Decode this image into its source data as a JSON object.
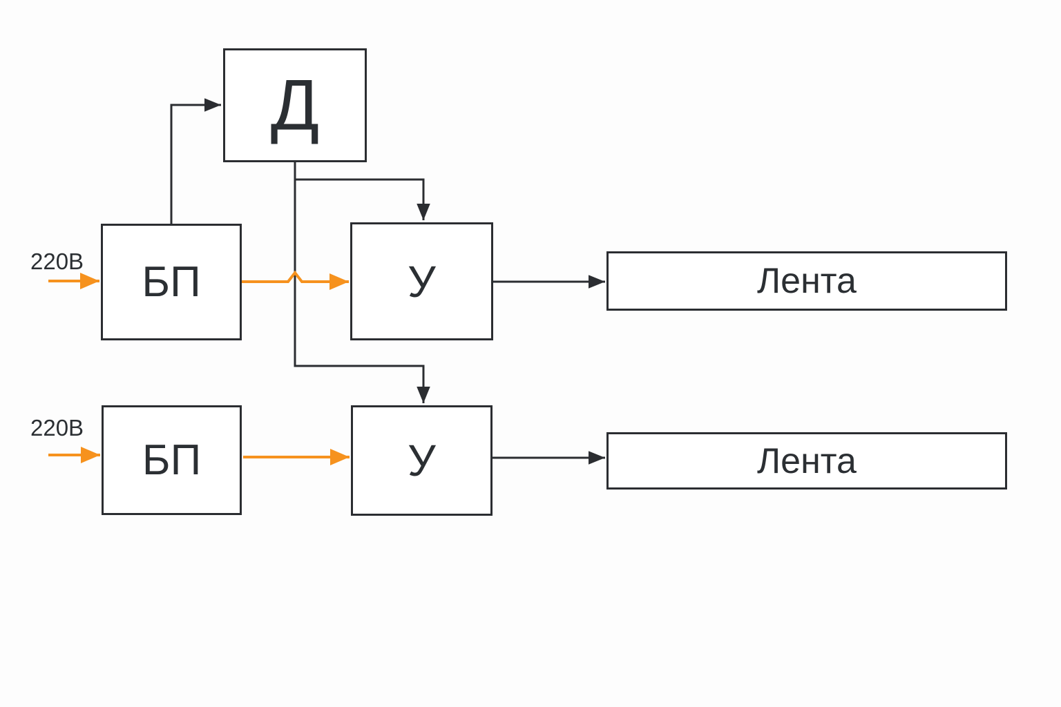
{
  "diagram": {
    "nodes": {
      "detector": {
        "label": "Д"
      },
      "psu_top": {
        "label": "БП"
      },
      "amp_top": {
        "label": "У"
      },
      "tape_top": {
        "label": "Лента"
      },
      "psu_bottom": {
        "label": "БП"
      },
      "amp_bottom": {
        "label": "У"
      },
      "tape_bottom": {
        "label": "Лента"
      }
    },
    "labels": {
      "mains_top": "220В",
      "mains_bottom": "220В"
    },
    "colors": {
      "line": "#2b2d31",
      "accent": "#f6921e",
      "background": "#fdfdfd"
    }
  }
}
